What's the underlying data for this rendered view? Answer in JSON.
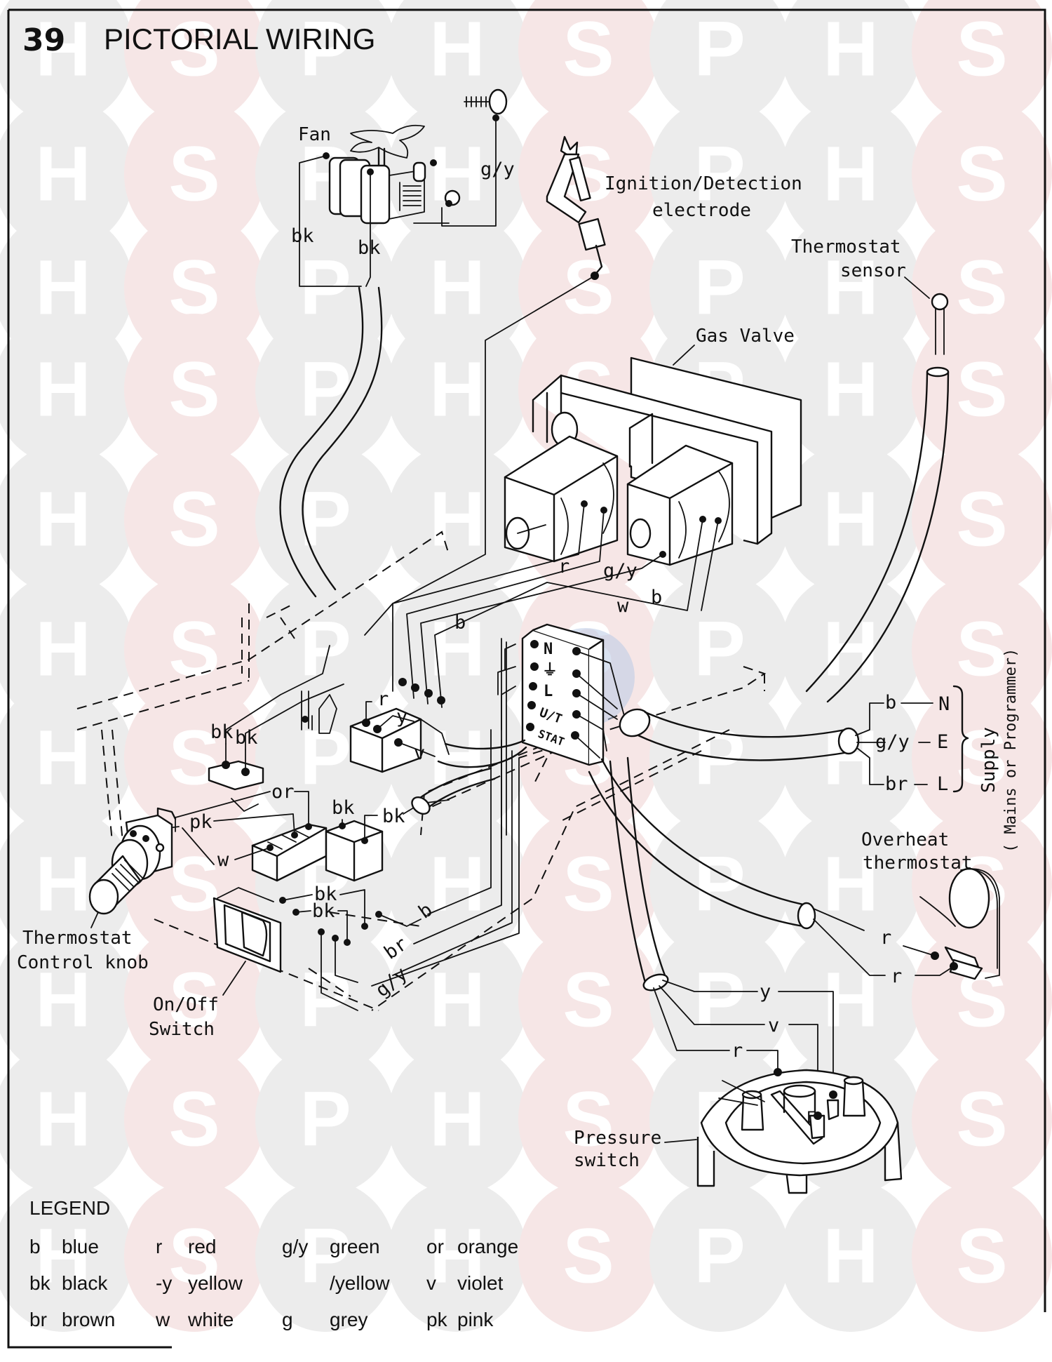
{
  "header": {
    "section_number": "39",
    "title": "PICTORIAL WIRING"
  },
  "watermark": {
    "letters": [
      "H",
      "S",
      "P"
    ],
    "colors": {
      "H": "#ececec",
      "S": "#f6e6e6",
      "P": "#ececec"
    }
  },
  "components": {
    "fan": "Fan",
    "ignition_line1": "Ignition/Detection",
    "ignition_line2": "electrode",
    "thermostat_sensor_line1": "Thermostat",
    "thermostat_sensor_line2": "sensor",
    "gas_valve": "Gas Valve",
    "overheat_line1": "Overheat",
    "overheat_line2": "thermostat",
    "pressure_line1": "Pressure",
    "pressure_line2": "switch",
    "knob_line1": "Thermostat",
    "knob_line2": "Control knob",
    "onoff_line1": "On/Off",
    "onoff_line2": "Switch"
  },
  "terminal_block": {
    "terminals": [
      "N",
      "⏚",
      "L",
      "U/T",
      "STAT"
    ]
  },
  "supply": {
    "title": "Supply",
    "subtitle": "( Mains or Programmer)",
    "connections": [
      {
        "wire": "b",
        "terminal": "N"
      },
      {
        "wire": "g/y",
        "terminal": "E"
      },
      {
        "wire": "br",
        "terminal": "L"
      }
    ]
  },
  "wire_labels": {
    "fan_gy": "g/y",
    "fan_bk1": "bk",
    "fan_bk2": "bk",
    "valve_r": "r",
    "valve_gy": "g/y",
    "valve_w": "w",
    "valve_b": "b",
    "block_b": "b",
    "relay_r": "r",
    "relay_y": "y",
    "relay_v": "v",
    "knob_bk1": "bk",
    "knob_bk2": "bk",
    "or": "or",
    "pk": "pk",
    "w": "w",
    "relay2_bk1": "bk",
    "relay2_bk2": "bk",
    "switch_bk1": "bk",
    "switch_bk2": "bk",
    "bottom_b": "b",
    "bottom_br": "br",
    "bottom_gy": "g/y",
    "overheat_r1": "r",
    "overheat_r2": "r",
    "pressure_y": "y",
    "pressure_v": "v",
    "pressure_r": "r"
  },
  "legend": {
    "title": "LEGEND",
    "columns": [
      [
        {
          "code": "b",
          "name": "blue"
        },
        {
          "code": "bk",
          "name": "black"
        },
        {
          "code": "br",
          "name": "brown"
        }
      ],
      [
        {
          "code": "r",
          "name": "red"
        },
        {
          "code": "-y",
          "name": "yellow"
        },
        {
          "code": "w",
          "name": "white"
        }
      ],
      [
        {
          "code": "g/y",
          "name": "green"
        },
        {
          "code": "",
          "name": "/yellow"
        },
        {
          "code": "g",
          "name": "grey"
        }
      ],
      [
        {
          "code": "or",
          "name": "orange"
        },
        {
          "code": "v",
          "name": "violet"
        },
        {
          "code": "pk",
          "name": "pink"
        }
      ]
    ]
  }
}
